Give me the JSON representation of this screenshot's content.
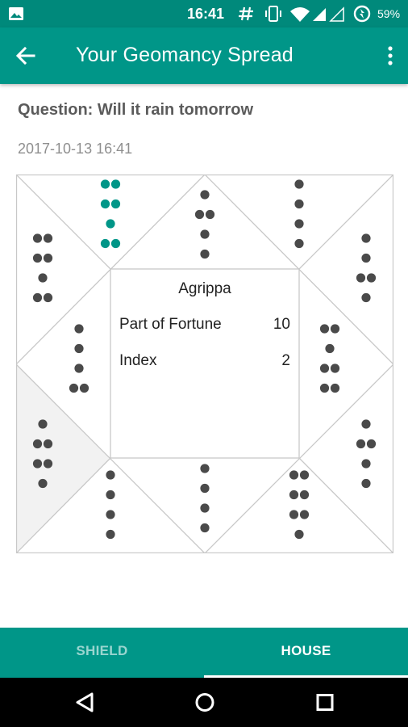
{
  "status_bar": {
    "time": "16:41",
    "battery": "59%",
    "icons": [
      "gallery-icon",
      "hash-icon",
      "vibrate-icon",
      "wifi-icon",
      "signal-icon",
      "signal-empty-icon",
      "data-saver-icon"
    ]
  },
  "app_bar": {
    "title": "Your Geomancy Spread",
    "back_icon": "arrow-left-icon",
    "menu_icon": "more-vert-icon"
  },
  "question": "Question: Will it rain tomorrow",
  "timestamp": "2017-10-13 16:41",
  "chart": {
    "center": {
      "figure_name": "Agrippa",
      "rows": [
        {
          "label": "Part of Fortune",
          "value": "10"
        },
        {
          "label": "Index",
          "value": "2"
        }
      ]
    },
    "houses": [
      {
        "house": 1,
        "figure": [
          2,
          2,
          1,
          2
        ],
        "highlighted": false,
        "shaded": false
      },
      {
        "house": 2,
        "figure": [
          1,
          1,
          1,
          2
        ],
        "highlighted": false,
        "shaded": false
      },
      {
        "house": 3,
        "figure": [
          1,
          2,
          2,
          1
        ],
        "highlighted": false,
        "shaded": true
      },
      {
        "house": 4,
        "figure": [
          1,
          1,
          1,
          1
        ],
        "highlighted": false,
        "shaded": false
      },
      {
        "house": 5,
        "figure": [
          1,
          1,
          1,
          1
        ],
        "highlighted": false,
        "shaded": false
      },
      {
        "house": 6,
        "figure": [
          2,
          2,
          2,
          1
        ],
        "highlighted": false,
        "shaded": false
      },
      {
        "house": 7,
        "figure": [
          1,
          2,
          1,
          1
        ],
        "highlighted": false,
        "shaded": false
      },
      {
        "house": 8,
        "figure": [
          2,
          1,
          2,
          2
        ],
        "highlighted": false,
        "shaded": false
      },
      {
        "house": 9,
        "figure": [
          1,
          1,
          2,
          1
        ],
        "highlighted": false,
        "shaded": false
      },
      {
        "house": 10,
        "figure": [
          1,
          1,
          1,
          1
        ],
        "highlighted": false,
        "shaded": false
      },
      {
        "house": 11,
        "figure": [
          1,
          2,
          1,
          1
        ],
        "highlighted": false,
        "shaded": false
      },
      {
        "house": 12,
        "figure": [
          2,
          2,
          1,
          2
        ],
        "highlighted": true,
        "shaded": false
      }
    ]
  },
  "tabs": [
    {
      "label": "SHIELD",
      "active": false
    },
    {
      "label": "HOUSE",
      "active": true
    }
  ],
  "nav_bar": {
    "icons": [
      "back-triangle-icon",
      "home-circle-icon",
      "recents-square-icon"
    ]
  },
  "colors": {
    "primary": "#009688",
    "primary_dark": "#00897B",
    "dot": "#4a4a4a",
    "highlight_dot": "#009688",
    "shade": "#f2f2f2",
    "line": "#c8c8c8"
  }
}
